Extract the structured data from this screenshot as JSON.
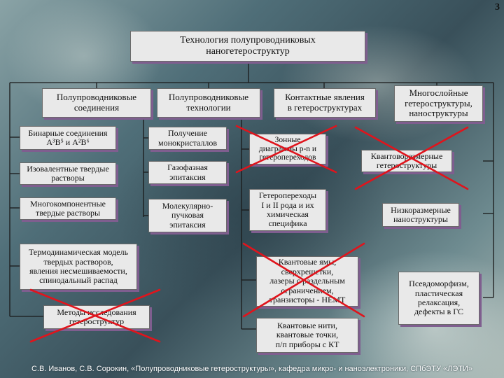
{
  "slide_number": "3",
  "title": "Технология полупроводниковых\nнаногетероструктур",
  "columns": [
    {
      "header": "Полупроводниковые\nсоединения",
      "items": [
        {
          "text": "Бинарные соединения\nA³B⁵ и A²B⁶",
          "crossed": false
        },
        {
          "text": "Изовалентные твердые\nрастворы",
          "crossed": false
        },
        {
          "text": "Многокомпонентные\nтвердые растворы",
          "crossed": false
        },
        {
          "text": "Термодинамическая модель\nтвердых растворов,\nявления несмешиваемости,\nспинодальный распад",
          "crossed": false
        },
        {
          "text": "Методы исследования\nгетероструктур",
          "crossed": true
        }
      ]
    },
    {
      "header": "Полупроводниковые\nтехнологии",
      "items": [
        {
          "text": "Получение\nмонокристаллов",
          "crossed": false
        },
        {
          "text": "Газофазная\nэпитаксия",
          "crossed": false
        },
        {
          "text": "Молекулярно-\nпучковая\nэпитаксия",
          "crossed": false
        }
      ]
    },
    {
      "header": "Контактные явления\nв гетероструктурах",
      "items": [
        {
          "text": "Зонные\nдиаграммы p-n и\nгетеропереходов",
          "crossed": true
        },
        {
          "text": "Гетеропереходы\nI и II рода и их\nхимическая\nспецифика",
          "crossed": false
        },
        {
          "text": "Квантовые ямы,\nсверхрешетки,\nлазеры с раздельным\nограничением,\nтранзисторы - HEMT",
          "crossed": true
        },
        {
          "text": "Квантовые нити,\nквантовые точки,\nп/п приборы с КТ",
          "crossed": false
        }
      ]
    },
    {
      "header": "Многослойные\nгетероструктуры,\nнаноструктуры",
      "items": [
        {
          "text": "Квантоворазмерные\nгетероструктуры",
          "crossed": true
        },
        {
          "text": "Низкоразмерные\nнаноструктуры",
          "crossed": false
        },
        {
          "text": "Псевдоморфизм,\nпластическая\nрелаксация,\nдефекты в ГС",
          "crossed": false
        }
      ]
    }
  ],
  "footer": "С.В. Иванов, С.В. Сорокин, «Полупроводниковые гетероструктуры», кафедра микро- и наноэлектроники, СПбЭТУ «ЛЭТИ»",
  "colors": {
    "box_fill": "#e9e9e9",
    "box_shadow": "#7f5e8f",
    "connector": "#1a1a1a",
    "cross": "#e0141c"
  }
}
